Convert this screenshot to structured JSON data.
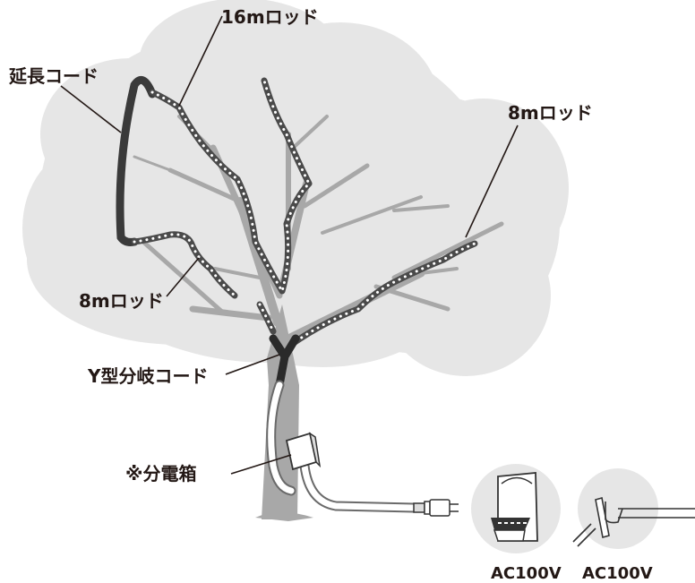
{
  "labels": {
    "rod_16m": "16mロッド",
    "extension_cord": "延長コード",
    "rod_8m_right": "8mロッド",
    "rod_8m_left": "8mロッド",
    "y_branch_cord": "Y型分岐コード",
    "distribution_box": "※分電箱",
    "outlet_wall": "AC100V",
    "outlet_waterproof": "AC100V"
  },
  "colors": {
    "foliage": "#e6e6e6",
    "trunk": "#a8a8a8",
    "cord": "#3a3a3a",
    "led": "#ffffff",
    "text": "#231815"
  }
}
